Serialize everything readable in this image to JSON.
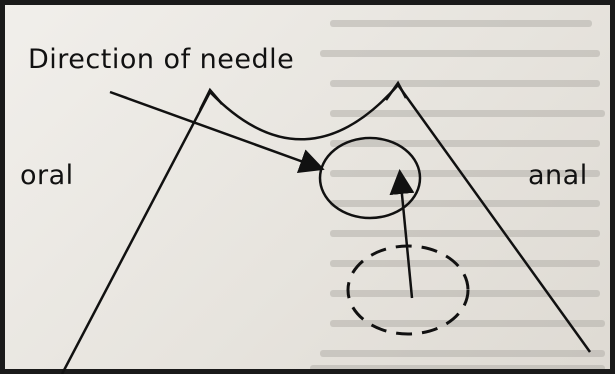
{
  "labels": {
    "direction": "Direction of needle",
    "oral": "oral",
    "anal": "anal"
  },
  "colors": {
    "ink": "#111111",
    "paper": "#ece9e4",
    "frame": "#1a1a1a",
    "bleed_text": "#a9a6a1"
  }
}
